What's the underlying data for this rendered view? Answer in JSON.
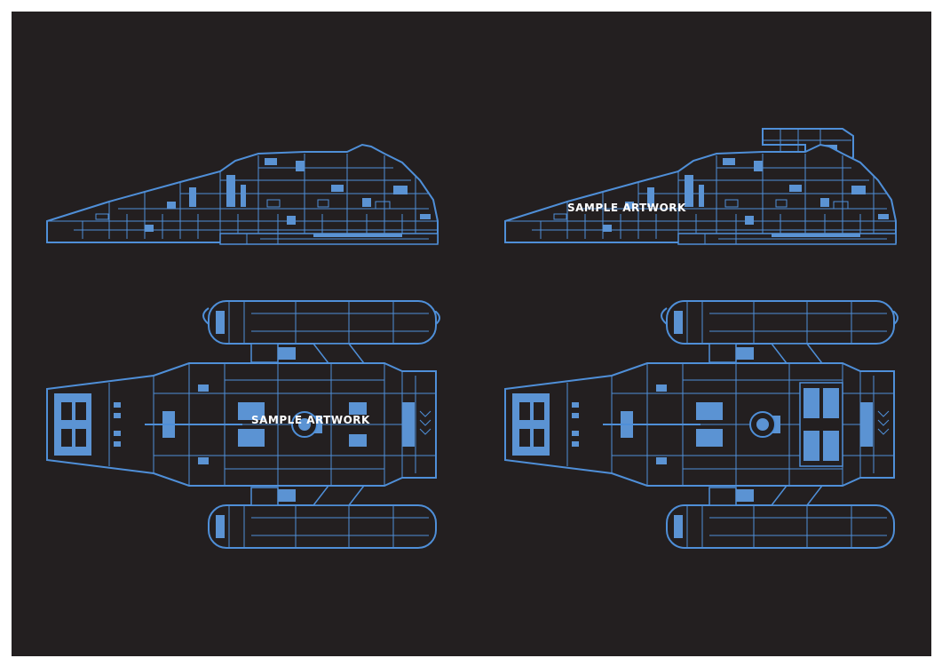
{
  "colors": {
    "background": "#231f20",
    "line": "#4f8fd8",
    "fill": "#5b93d3",
    "dark": "#231f20",
    "watermark": "#ffffff"
  },
  "watermarks": {
    "side_right": "SAMPLE ARTWORK",
    "top_left": "SAMPLE ARTWORK"
  },
  "views": [
    {
      "id": "side-view-left",
      "kind": "side-elevation"
    },
    {
      "id": "side-view-right",
      "kind": "side-elevation-with-module"
    },
    {
      "id": "top-view-left",
      "kind": "dorsal-plan"
    },
    {
      "id": "top-view-right",
      "kind": "dorsal-plan-with-module"
    }
  ]
}
